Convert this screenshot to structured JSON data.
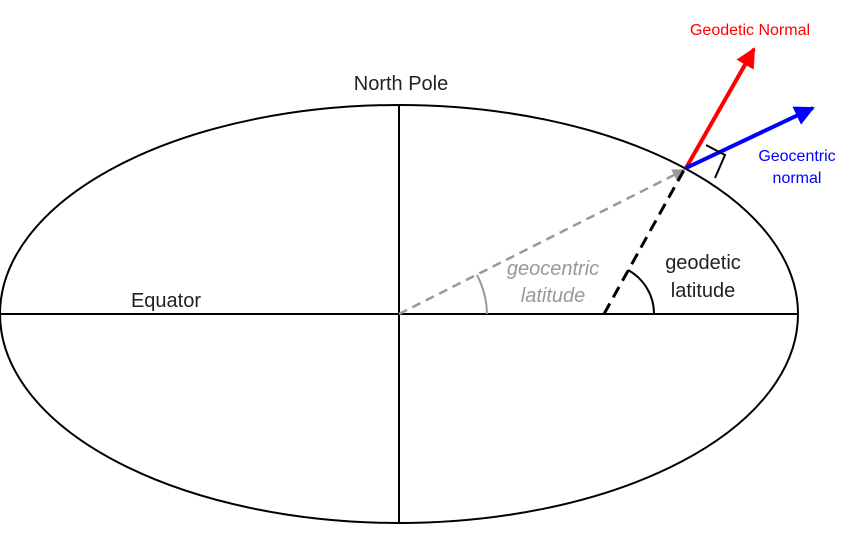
{
  "labels": {
    "north_pole": "North Pole",
    "equator": "Equator",
    "geodetic_latitude_line1": "geodetic",
    "geodetic_latitude_line2": "latitude",
    "geocentric_latitude_line1": "geocentric",
    "geocentric_latitude_line2": "latitude",
    "geodetic_normal": "Geodetic Normal",
    "geocentric_normal_line1": "Geocentric",
    "geocentric_normal_line2": "normal"
  },
  "colors": {
    "outline": "#000000",
    "geocentric_gray": "#999999",
    "geodetic_normal": "#ff0000",
    "geocentric_normal": "#0000ff",
    "background": "#ffffff"
  },
  "icons": {
    "right_angle": "right-angle-marker-icon",
    "arrowhead": "arrowhead-icon"
  }
}
